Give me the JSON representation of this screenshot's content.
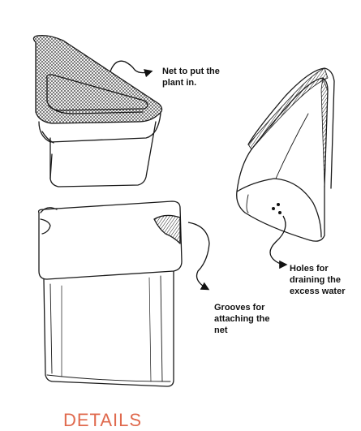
{
  "annotations": {
    "net": {
      "lines": [
        "Net to put the",
        "plant in."
      ]
    },
    "holes": {
      "lines": [
        "Holes for",
        "draining the",
        "excess water"
      ]
    },
    "grooves": {
      "lines": [
        "Grooves for",
        "attaching the",
        "net"
      ]
    }
  },
  "section_title": "DETAILS",
  "colors": {
    "ink": "#1a1a1a",
    "accent": "#e06a4e"
  }
}
